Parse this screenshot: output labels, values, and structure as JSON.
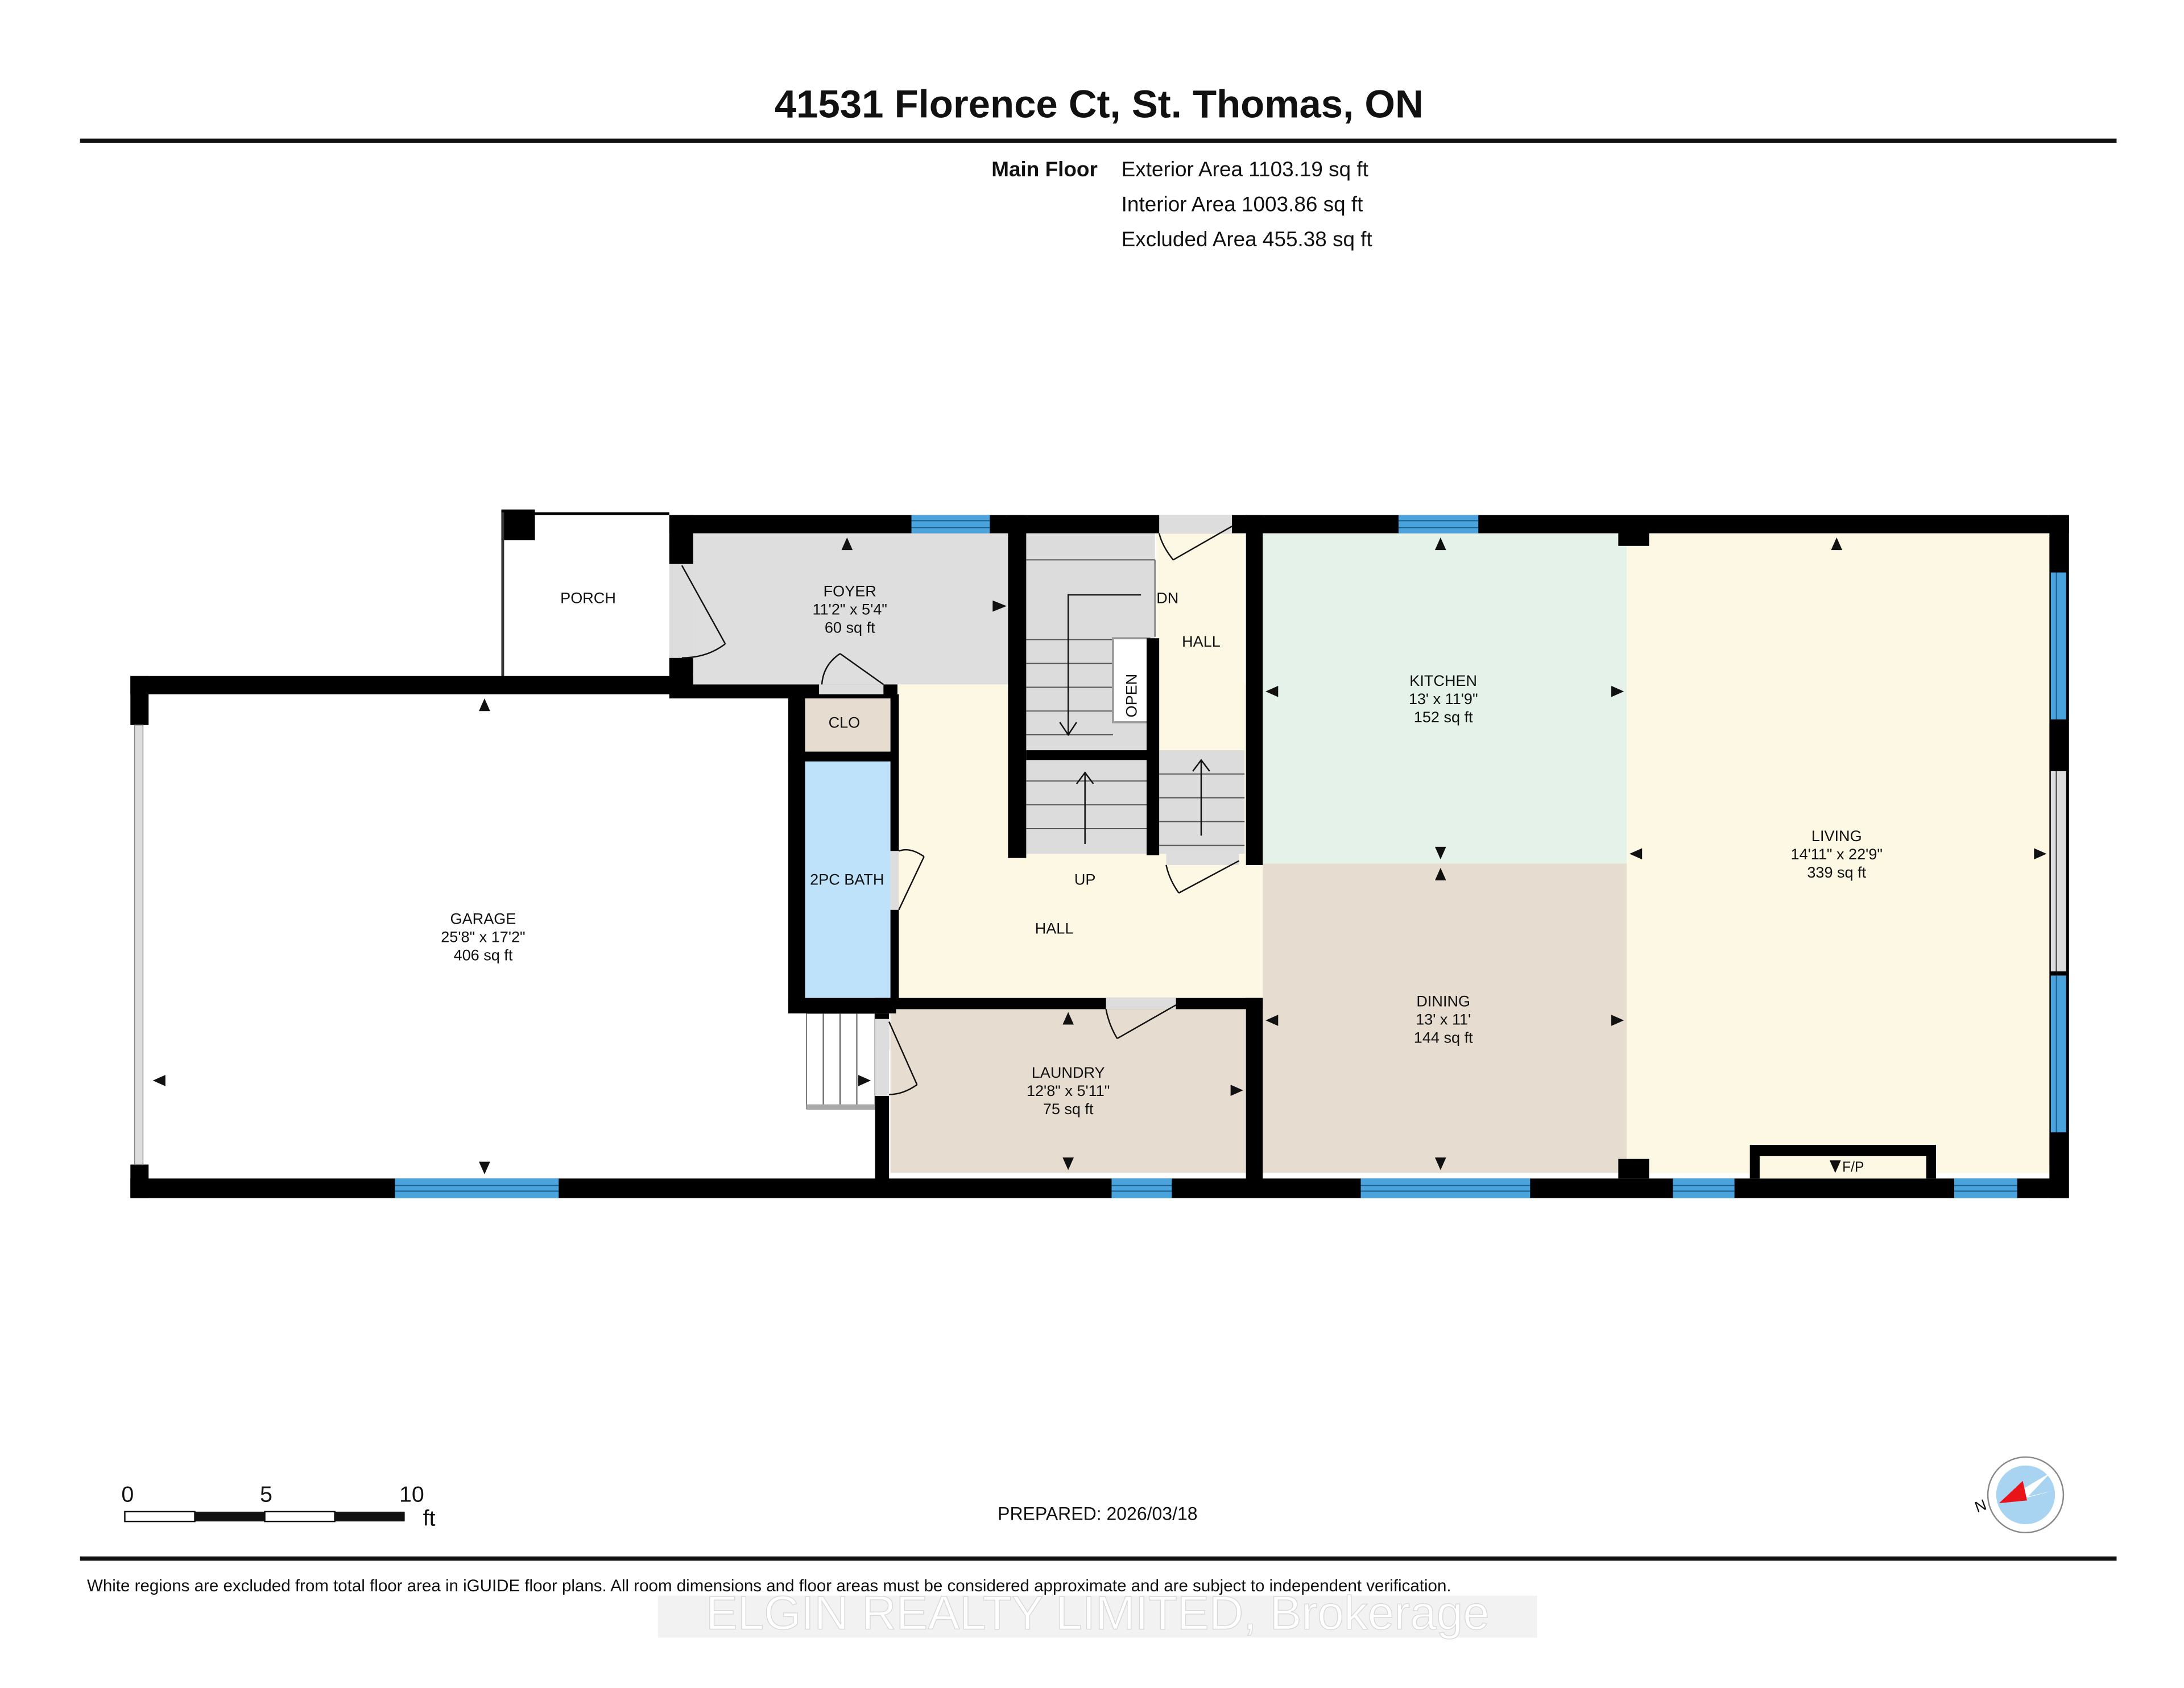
{
  "header": {
    "title": "41531 Florence Ct, St. Thomas, ON"
  },
  "summary": {
    "floor_label": "Main Floor",
    "exterior_area": "Exterior Area 1103.19 sq ft",
    "interior_area": "Interior Area 1003.86 sq ft",
    "excluded_area": "Excluded Area 455.38 sq ft"
  },
  "rooms": {
    "porch": {
      "name": "PORCH"
    },
    "foyer": {
      "name": "FOYER",
      "dims": "11'2\" x 5'4\"",
      "area": "60 sq ft"
    },
    "hall_upper": {
      "name": "HALL",
      "dn": "DN"
    },
    "open": {
      "name": "OPEN"
    },
    "clo": {
      "name": "CLO"
    },
    "bath": {
      "name": "2PC BATH"
    },
    "hall_main": {
      "name": "HALL",
      "up": "UP"
    },
    "kitchen": {
      "name": "KITCHEN",
      "dims": "13' x 11'9\"",
      "area": "152 sq ft"
    },
    "living": {
      "name": "LIVING",
      "dims": "14'11\" x 22'9\"",
      "area": "339 sq ft"
    },
    "dining": {
      "name": "DINING",
      "dims": "13' x 11'",
      "area": "144 sq ft"
    },
    "garage": {
      "name": "GARAGE",
      "dims": "25'8\" x 17'2\"",
      "area": "406 sq ft"
    },
    "laundry": {
      "name": "LAUNDRY",
      "dims": "12'8\" x 5'11\"",
      "area": "75 sq ft"
    },
    "fireplace": {
      "name": "F/P"
    }
  },
  "colors": {
    "wall": "#000000",
    "window": "#4aa3dc",
    "foyer": "#dedede",
    "hall": "#fdf8e4",
    "kitchen": "#e5f2ea",
    "dining": "#e6ddd0",
    "living": "#fdf8e4",
    "bath": "#bde2f9",
    "clo": "#e6ddd0",
    "laundry": "#e6ddd0",
    "stairs": "#dcdcdc",
    "compass_fill": "#a8d4f2",
    "compass_needle": "#e8141a"
  },
  "scale_bar": {
    "labels": [
      "0",
      "5",
      "10"
    ],
    "unit": "ft"
  },
  "prepared": "PREPARED: 2026/03/18",
  "compass": {
    "label": "N"
  },
  "footer": {
    "disclaimer": "White regions are excluded from total floor area in iGUIDE floor plans. All room dimensions and floor areas must be considered approximate and are subject to independent verification.",
    "watermark": "ELGIN REALTY LIMITED, Brokerage"
  }
}
